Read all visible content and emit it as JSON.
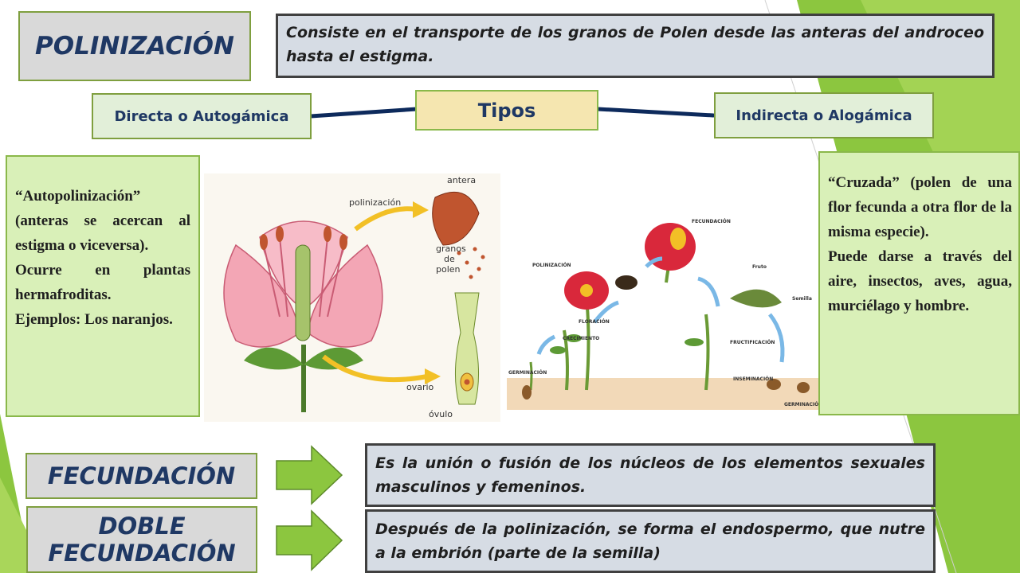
{
  "title": "POLINIZACIÓN",
  "definition": "Consiste en el transporte de los granos de Polen desde las anteras del androceo hasta el estigma.",
  "types": {
    "center": "Tipos",
    "left": "Directa o Autogámica",
    "right": "Indirecta o Alogámica"
  },
  "auto_note": {
    "p1": "“Autopolinización” (anteras se acercan al estigma o viceversa).",
    "p2": "Ocurre en plantas hermafroditas.",
    "p3": "Ejemplos: Los naranjos."
  },
  "cross_note": {
    "p1": "“Cruzada” (polen de una flor fecunda a otra flor de la misma especie).",
    "p2": "Puede darse a través del aire, insectos, aves, agua, murciélago y hombre."
  },
  "flower_labels": {
    "polinizacion": "polinización",
    "antera": "antera",
    "granos": "granos",
    "de": "de",
    "polen": "polen",
    "ovario": "ovario",
    "ovulo": "óvulo"
  },
  "cycle_labels": {
    "fecundacion": "FECUNDACIÓN",
    "polinizacion": "POLINIZACIÓN",
    "floracion": "FLORACIÓN",
    "crecimiento": "CRECIMIENTO",
    "germinacion": "GERMINACIÓN",
    "fruto": "Fruto",
    "semilla": "Semilla",
    "fructificacion": "FRUCTIFICACIÓN",
    "inseminacion": "INSEMINACIÓN",
    "germinacion2": "GERMINACIÓN"
  },
  "fecundacion": {
    "label": "FECUNDACIÓN",
    "text": "Es la unión o fusión de los núcleos de los elementos sexuales masculinos y femeninos."
  },
  "doble": {
    "line1": "DOBLE",
    "line2": "FECUNDACIÓN",
    "text": "Después de la polinización, se forma el endospermo, que nutre a la embrión (parte de la semilla)"
  },
  "colors": {
    "accent_green": "#8cc63f",
    "title_navy": "#1f3864",
    "tipos_fill": "#f5e6b0",
    "connector": "#0d2a5c"
  }
}
